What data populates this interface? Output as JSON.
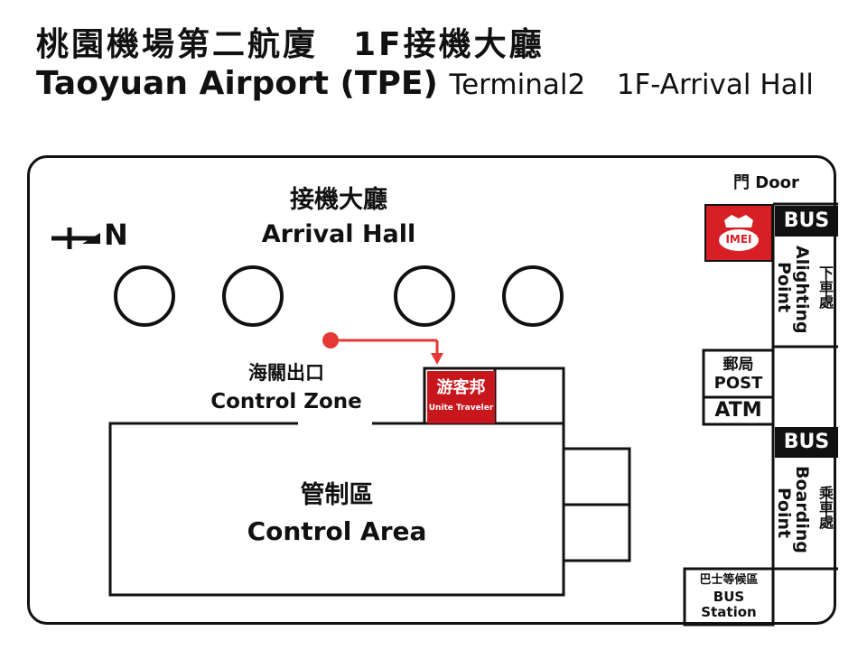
{
  "header": {
    "title_cn": "桃園機場第二航廈　1F接機大廳",
    "title_en": "Taoyuan Airport (TPE)",
    "terminal": "Terminal2",
    "floor": "1F-Arrival Hall"
  },
  "compass": {
    "north": "N"
  },
  "arrival_hall": {
    "cn": "接機大廳",
    "en": "Arrival Hall"
  },
  "control_zone": {
    "cn": "海關出口",
    "en": "Control Zone"
  },
  "control_area": {
    "cn": "管制區",
    "en": "Control Area"
  },
  "door": "門 Door",
  "bus_top": "BUS",
  "alighting": {
    "cn": "下車處",
    "en1": "Alighting",
    "en2": "Point"
  },
  "post": {
    "cn": "郵局",
    "en": "POST"
  },
  "atm": "ATM",
  "bus_mid": "BUS",
  "boarding": {
    "cn": "乘車處",
    "en1": "Boarding",
    "en2": "Point"
  },
  "bus_station": {
    "cn": "巴士等候區",
    "en1": "BUS",
    "en2": "Station"
  },
  "shops": {
    "imei": "IMEI",
    "unite_cn": "游客邦",
    "unite_en": "Unite Traveler"
  },
  "colors": {
    "accent": "#e53935",
    "imei_red": "#d71f26"
  }
}
